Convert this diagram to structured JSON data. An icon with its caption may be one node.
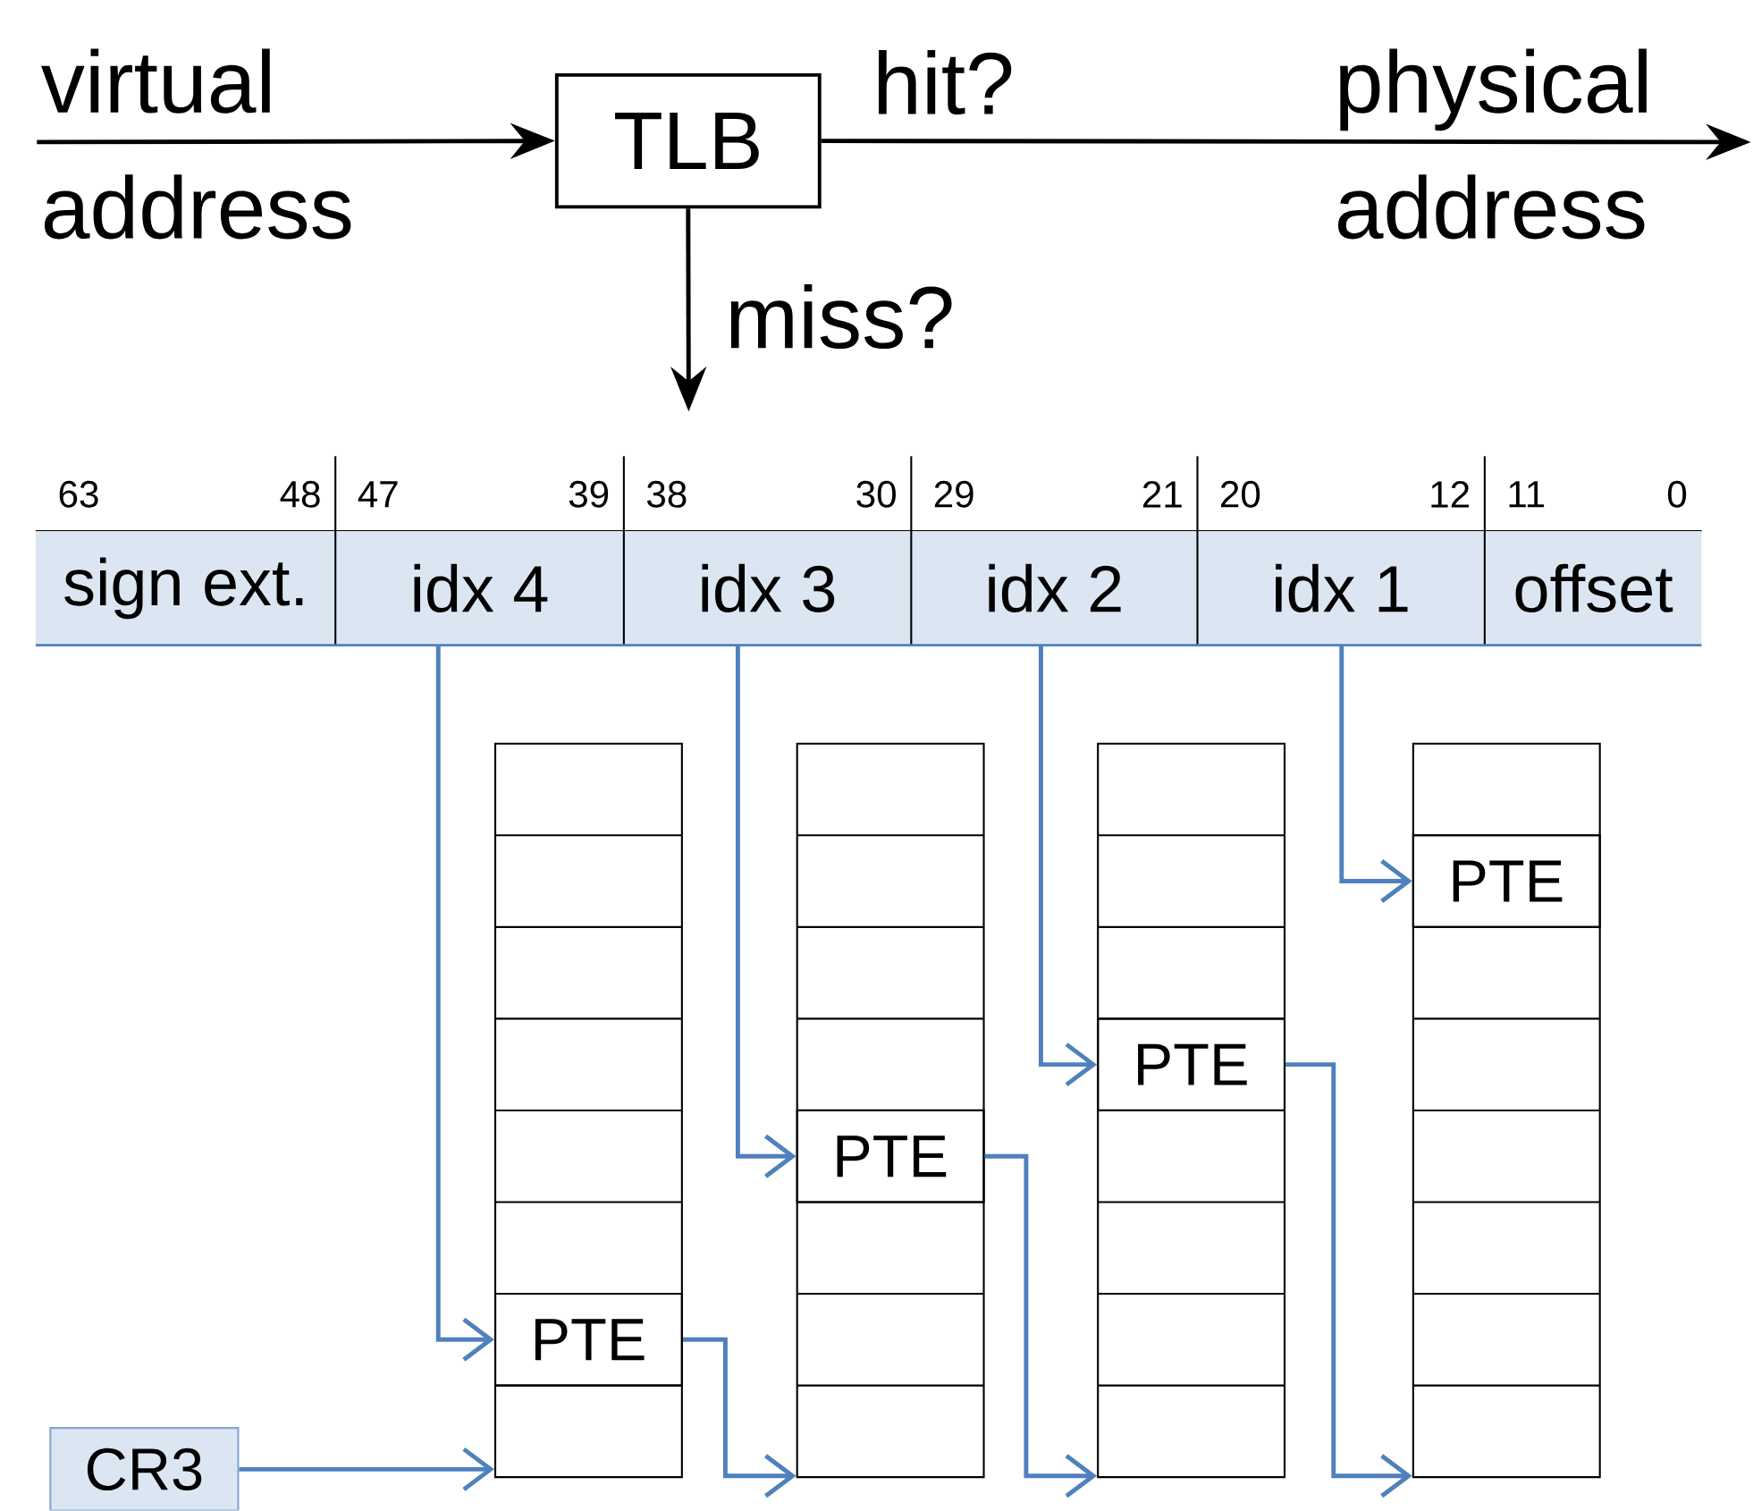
{
  "diagram": {
    "nodes": [
      {
        "text": [
          "TLB"
        ]
      },
      {
        "text": [
          "sign ext."
        ],
        "beside": [
          "63",
          "48"
        ]
      },
      {
        "text": [
          "idx 4"
        ],
        "beside": [
          "47",
          "39"
        ]
      },
      {
        "text": [
          "idx 3"
        ],
        "beside": [
          "38",
          "30"
        ]
      },
      {
        "text": [
          "idx 2"
        ],
        "beside": [
          "29",
          "21"
        ]
      },
      {
        "text": [
          "idx 1"
        ],
        "beside": [
          "20",
          "12"
        ]
      },
      {
        "text": [
          "offset"
        ],
        "beside": [
          "11",
          "0"
        ]
      },
      {
        "text": [],
        "shape": "box"
      },
      {
        "text": [
          "PTE"
        ],
        "in": 7
      },
      {
        "text": [],
        "shape": "box"
      },
      {
        "text": [
          "PTE"
        ],
        "in": 9
      },
      {
        "text": [],
        "shape": "box"
      },
      {
        "text": [
          "PTE"
        ],
        "in": 11
      },
      {
        "text": [],
        "shape": "box"
      },
      {
        "text": [
          "PTE"
        ],
        "in": 13
      },
      {
        "text": [
          "CR3"
        ]
      }
    ],
    "edges": [
      {
        "from": null,
        "to": 0,
        "arrow": "to",
        "label": "virtual address",
        "color": "#000000"
      },
      {
        "from": 0,
        "to": null,
        "arrow": "to",
        "label": "hit?",
        "color": "#000000"
      },
      {
        "from": 0,
        "to": null,
        "arrow": "to",
        "label": "miss?",
        "color": "#000000"
      },
      {
        "from": 15,
        "to": 7,
        "arrow": "to"
      },
      {
        "from": 2,
        "to": 8,
        "arrow": "to"
      },
      {
        "from": 8,
        "to": 9,
        "arrow": "to"
      },
      {
        "from": 3,
        "to": 10,
        "arrow": "to"
      },
      {
        "from": 10,
        "to": 11,
        "arrow": "to"
      },
      {
        "from": 4,
        "to": 12,
        "arrow": "to"
      },
      {
        "from": 12,
        "to": 13,
        "arrow": "to"
      },
      {
        "from": 5,
        "to": 14,
        "arrow": "to"
      }
    ],
    "labels": [
      "physical address"
    ]
  }
}
